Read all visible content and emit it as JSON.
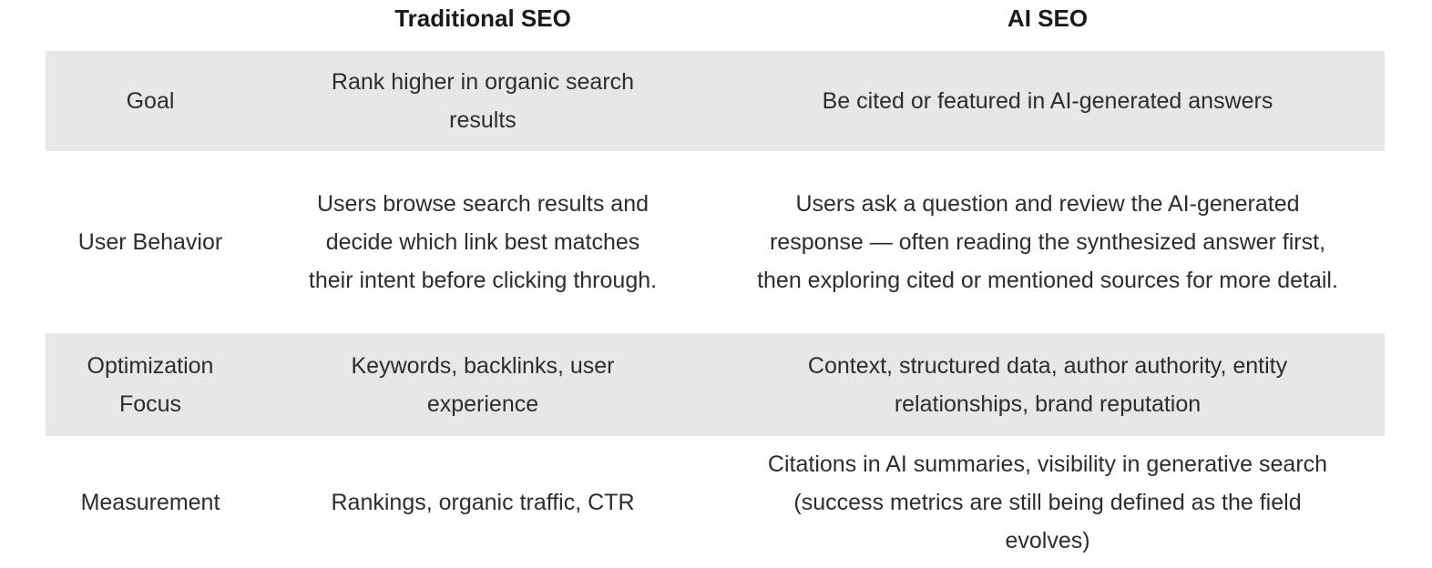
{
  "table": {
    "headers": {
      "label_column": "",
      "traditional": "Traditional SEO",
      "ai": "AI SEO"
    },
    "rows": [
      {
        "label": "Goal",
        "traditional_seo": "Rank higher in organic search results",
        "ai_seo": "Be cited or featured in AI-generated answers",
        "shaded": true
      },
      {
        "label": "User Behavior",
        "traditional_seo": "Users browse search results and decide which link best matches their intent before clicking through.",
        "ai_seo": "Users ask a question and review the AI-generated response — often reading the synthesized answer first, then exploring cited or mentioned sources for more detail.",
        "shaded": false
      },
      {
        "label": "Optimization Focus",
        "traditional_seo": "Keywords, backlinks, user experience",
        "ai_seo": "Context, structured data, author authority, entity relationships, brand reputation",
        "shaded": true
      },
      {
        "label": "Measurement",
        "traditional_seo": "Rankings, organic traffic, CTR",
        "ai_seo": "Citations in AI summaries, visibility in generative search (success metrics are still being defined as the field evolves)",
        "shaded": false
      }
    ]
  },
  "colors": {
    "background": "#ffffff",
    "shaded_row_bg": "#e7e7e7",
    "body_text": "#2d2d2d",
    "header_text": "#1a1a1a"
  }
}
